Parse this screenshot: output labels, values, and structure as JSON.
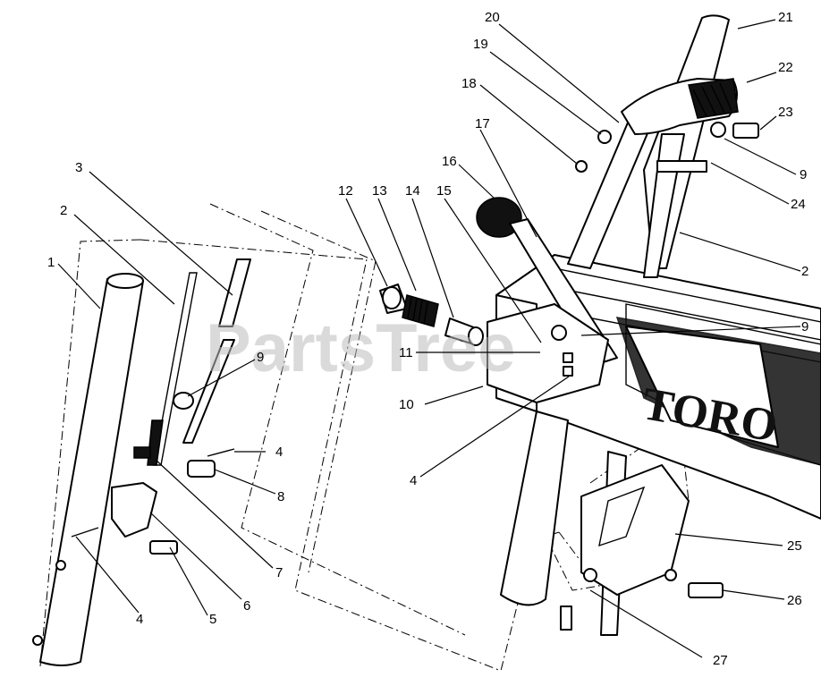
{
  "watermark": "PartsTree",
  "deck_logo": "TORO",
  "callouts": [
    "20",
    "19",
    "18",
    "17",
    "16",
    "21",
    "22",
    "23",
    "9",
    "24",
    "2",
    "9",
    "12",
    "13",
    "14",
    "15",
    "11",
    "10",
    "4",
    "3",
    "2",
    "1",
    "9",
    "4",
    "8",
    "7",
    "6",
    "5",
    "4",
    "25",
    "26",
    "27"
  ]
}
